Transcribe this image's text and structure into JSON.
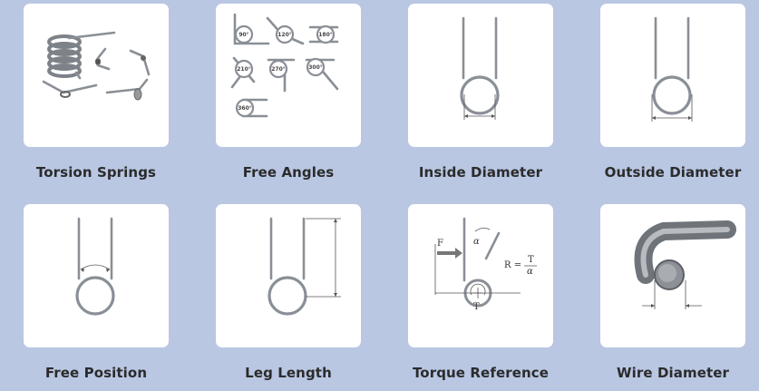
{
  "cards": [
    {
      "label": "Torsion Springs",
      "icon": "torsion-springs-image"
    },
    {
      "label": "Free Angles",
      "icon": "free-angles-image"
    },
    {
      "label": "Inside Diameter",
      "icon": "inside-diameter-image"
    },
    {
      "label": "Outside Diameter",
      "icon": "outside-diameter-image"
    },
    {
      "label": "Free Position",
      "icon": "free-position-image"
    },
    {
      "label": "Leg Length",
      "icon": "leg-length-image"
    },
    {
      "label": "Torque Reference",
      "icon": "torque-reference-image"
    },
    {
      "label": "Wire Diameter",
      "icon": "wire-diameter-image"
    }
  ],
  "angles": [
    "90°",
    "120°",
    "180°",
    "210°",
    "270°",
    "300°",
    "360°"
  ],
  "torque": {
    "force": "F",
    "alpha": "α",
    "formula_lhs": "R =",
    "formula_num": "T",
    "formula_den": "α",
    "torque_label": "T"
  },
  "colors": {
    "background": "#b9c7e3",
    "tile": "#ffffff",
    "caption": "#2b2b2b"
  }
}
